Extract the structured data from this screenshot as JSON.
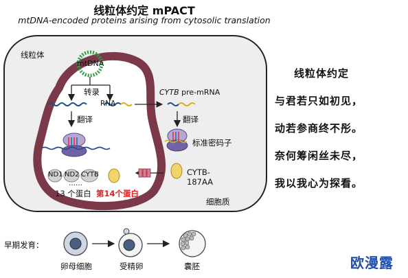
{
  "title": "线粒体约定 mPACT",
  "subtitle": "mtDNA-encoded proteins arising from cytosolic translation",
  "diagram": {
    "mito_label": "线粒体",
    "mtdna_label": "mtDNA",
    "transcription_label": "转录",
    "rna_label": "RNA",
    "translation_left_label": "翻译",
    "cytb_italic": "CYTB",
    "cytb_premrna_suffix": " pre-mRNA",
    "translation_right_label": "翻译",
    "standard_codon_label": "标准密码子",
    "cytb_187_line1": "CYTB-",
    "cytb_187_line2": "187AA",
    "nd1": "ND1",
    "nd2": "ND2",
    "cytb": "CYTB",
    "dots": "……",
    "thirteen_proteins": "13 个蛋白",
    "fourteenth_protein": "第14个蛋白",
    "cytoplasm_label": "细胞质",
    "early_dev_label": "早期发育：",
    "oocyte_label": "卵母细胞",
    "fertilized_egg_label": "受精卵",
    "blastocyst_label": "囊胚",
    "highlight_color": "#e02020"
  },
  "poem": [
    "线粒体约定",
    "与君若只如初见，",
    "动若参商终不彤。",
    "奈何筹闲丝未尽，",
    "我以我心为探看。"
  ],
  "badge": "欧漫露"
}
